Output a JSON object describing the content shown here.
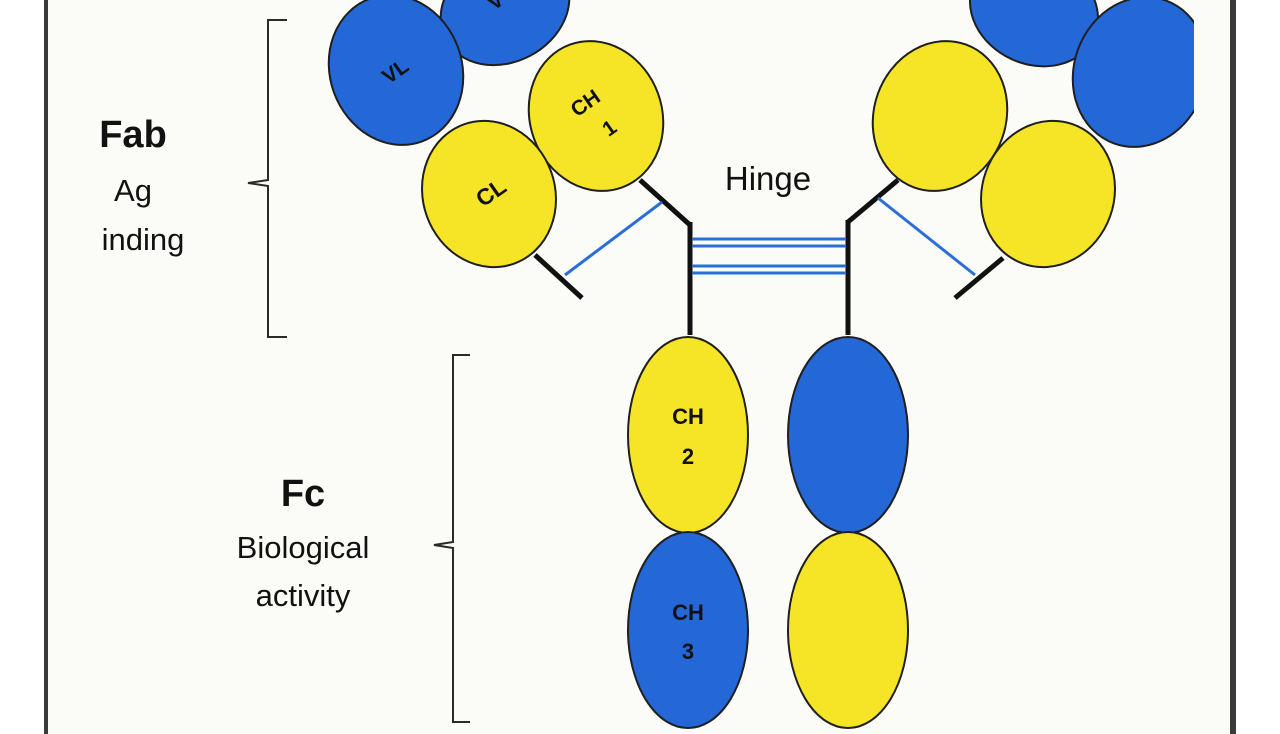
{
  "fab": {
    "title": "Fab",
    "line1": "Ag",
    "line2": "inding"
  },
  "fc": {
    "title": "Fc",
    "line1": "Biological",
    "line2": "activity"
  },
  "hinge": "Hinge",
  "domains": {
    "vl": "VL",
    "vh_partial": "V",
    "ch1_a": "CH",
    "ch1_b": "1",
    "cl": "CL",
    "ch2_a": "CH",
    "ch2_b": "2",
    "ch3_a": "CH",
    "ch3_b": "3"
  },
  "colors": {
    "blue": "#2467d6",
    "yellow": "#f6e426",
    "outline": "#1f1f1f",
    "disulfide": "#2a6fd8",
    "border": "#2a2a2a"
  }
}
